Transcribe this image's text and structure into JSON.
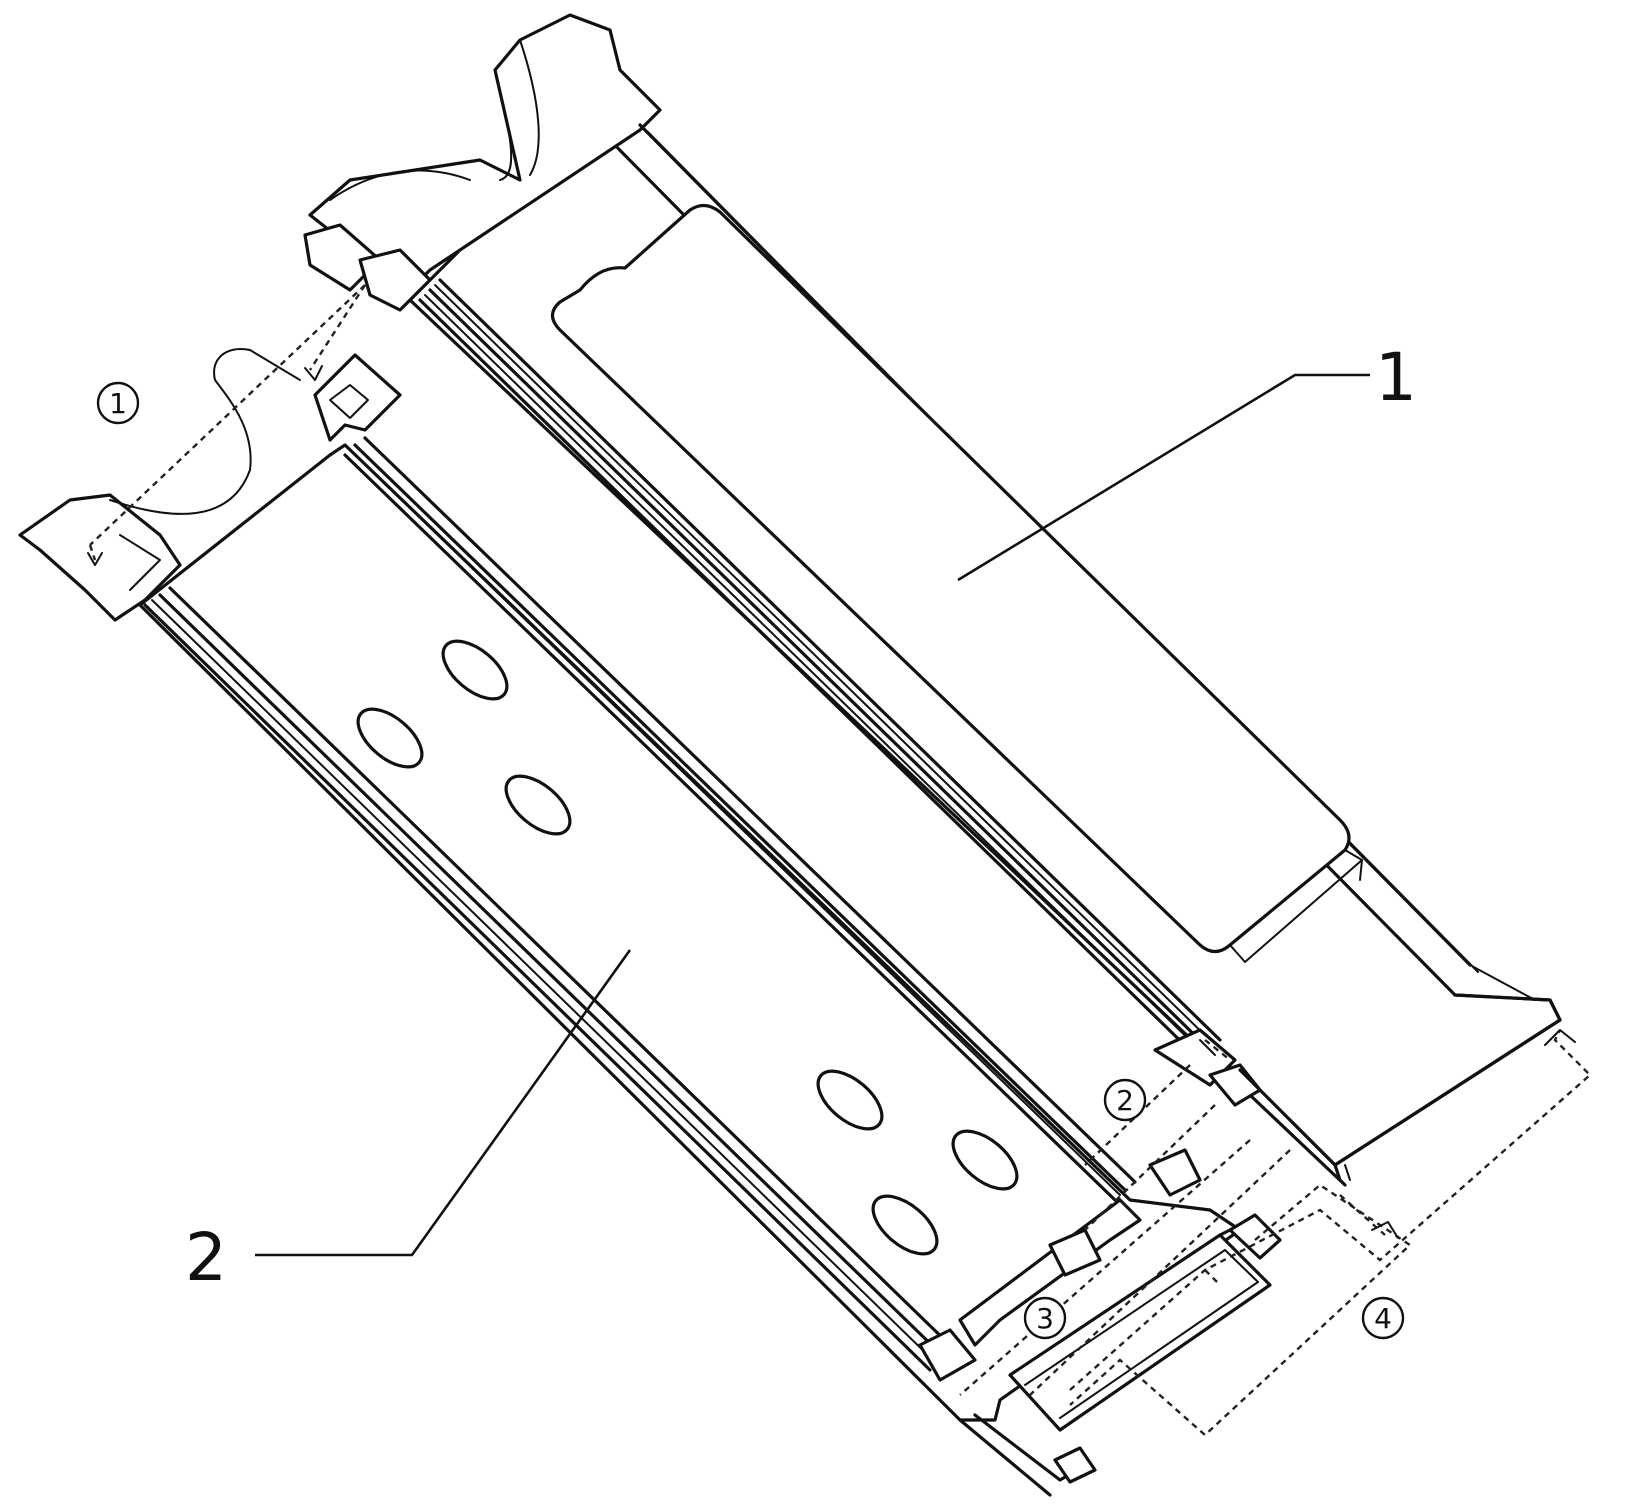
{
  "labels": {
    "part_1": "1",
    "part_2": "2"
  },
  "steps": {
    "step_1": "1",
    "step_2": "2",
    "step_3": "3",
    "step_4": "4"
  }
}
